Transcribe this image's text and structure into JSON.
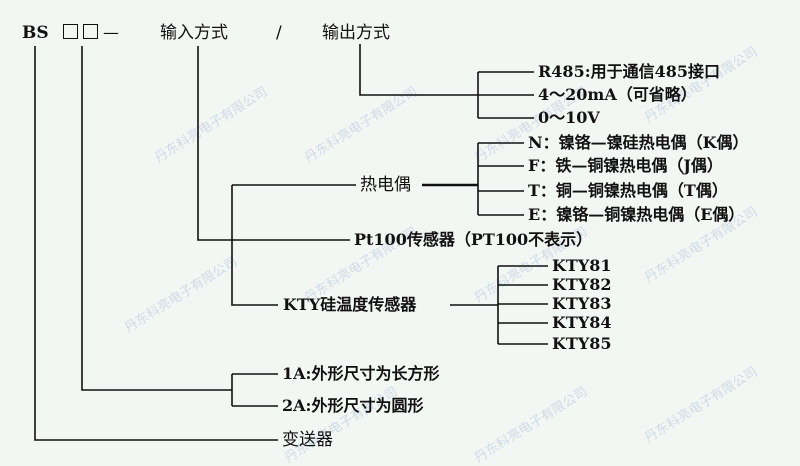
{
  "header": {
    "model": "BS",
    "dash": "—",
    "input_mode": "输入方式",
    "slash": "/",
    "output_mode": "输出方式"
  },
  "outputs": [
    "R485:用于通信485接口",
    "4～20mA（可省略）",
    "0～10V"
  ],
  "inputs": {
    "thermocouple": "热电偶",
    "tc_types": [
      "N：镍铬—镍硅热电偶（K偶）",
      "F：铁—铜镍热电偶（J偶）",
      "T：铜—铜镍热电偶（T偶）",
      "E：镍铬—铜镍热电偶（E偶）"
    ],
    "pt100": "Pt100传感器（PT100不表示）",
    "kty": "KTY硅温度传感器",
    "kty_types": [
      "KTY81",
      "KTY82",
      "KTY83",
      "KTY84",
      "KTY85"
    ]
  },
  "shape": [
    "1A:外形尺寸为长方形",
    "2A:外形尺寸为圆形"
  ],
  "transmitter": "变送器",
  "watermark": "丹东科亮电子有限公司",
  "colors": {
    "line": "#111111",
    "background": "#f3f7f4",
    "watermark": "#7f90c8"
  }
}
